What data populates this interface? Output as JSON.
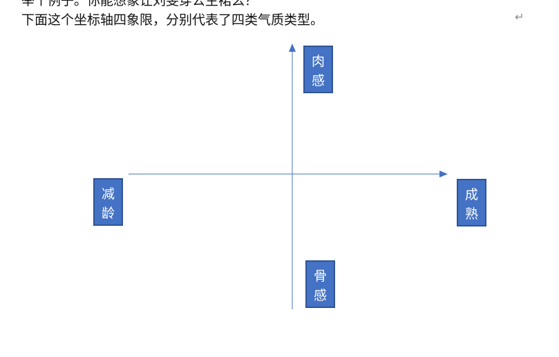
{
  "document": {
    "line1": "举个例子。你能想象让刘雯穿公主裙么？",
    "line2": "下面这个坐标轴四象限，分别代表了四类气质类型。",
    "paragraph_mark": "↵"
  },
  "diagram": {
    "top": [
      "肉",
      "感"
    ],
    "bottom": [
      "骨",
      "感"
    ],
    "left": [
      "减",
      "龄"
    ],
    "right": [
      "成",
      "熟"
    ],
    "axis_color": "#4472c4",
    "box_color": "#4472c4"
  }
}
